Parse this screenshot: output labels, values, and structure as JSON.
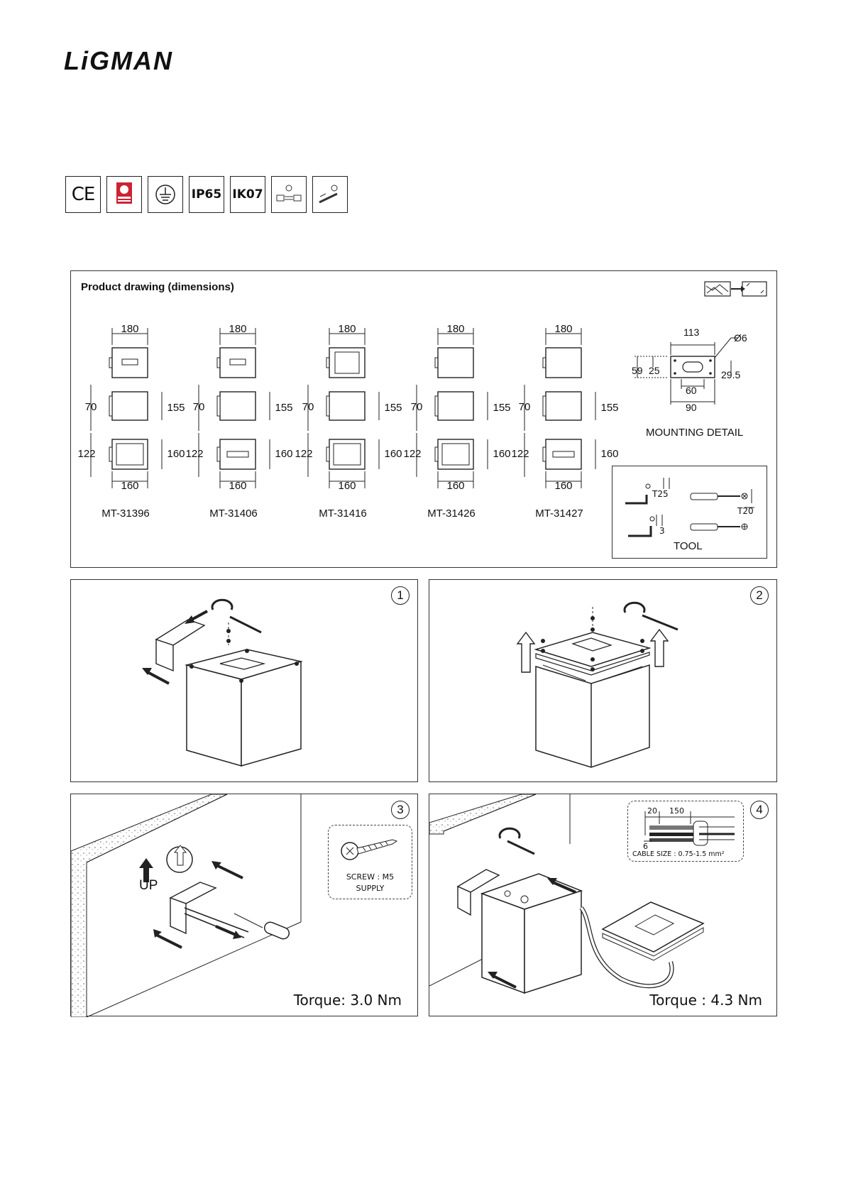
{
  "brand": {
    "logo_text": "LiGMAN"
  },
  "certifications": [
    {
      "label": "CE",
      "icon": "ce-mark-icon"
    },
    {
      "label": "",
      "icon": "quality-badge-icon"
    },
    {
      "label": "",
      "icon": "earth-ground-icon"
    },
    {
      "label": "IP65",
      "icon": "ip65-icon"
    },
    {
      "label": "IK07",
      "icon": "ik07-icon"
    },
    {
      "label": "",
      "icon": "installer-electrician-icon"
    },
    {
      "label": "",
      "icon": "screwdriver-installation-icon"
    }
  ],
  "product_drawing": {
    "title": "Product drawing (dimensions)",
    "models": [
      {
        "name": "MT-31396",
        "width_top": "180",
        "h1": "70",
        "h2": "155",
        "h3": "122",
        "h4": "160",
        "width_bottom": "160"
      },
      {
        "name": "MT-31406",
        "width_top": "180",
        "h1": "70",
        "h2": "155",
        "h3": "122",
        "h4": "160",
        "width_bottom": "160"
      },
      {
        "name": "MT-31416",
        "width_top": "180",
        "h1": "70",
        "h2": "155",
        "h3": "122",
        "h4": "160",
        "width_bottom": "160"
      },
      {
        "name": "MT-31426",
        "width_top": "180",
        "h1": "70",
        "h2": "155",
        "h3": "122",
        "h4": "160",
        "width_bottom": "160"
      },
      {
        "name": "MT-31427",
        "width_top": "180",
        "h1": "70",
        "h2": "155",
        "h3": "122",
        "h4": "160",
        "width_bottom": "160"
      }
    ],
    "mounting_detail": {
      "label": "MOUNTING DETAIL",
      "dims": {
        "w": "113",
        "hole": "Ø6",
        "h_total": "59",
        "h_half": "25",
        "right": "29.5",
        "w_inner": "60",
        "w_mid": "90"
      }
    },
    "tool": {
      "label": "TOOL",
      "items": {
        "torx_key": "T25",
        "torx_bit": "T20",
        "hex_key": "3"
      }
    }
  },
  "steps": [
    {
      "number": "1",
      "torque": ""
    },
    {
      "number": "2",
      "torque": ""
    },
    {
      "number": "3",
      "torque": "Torque: 3.0 Nm",
      "up_label": "UP",
      "screw_note_line1": "SCREW : M5",
      "screw_note_line2": "SUPPLY"
    },
    {
      "number": "4",
      "torque": "Torque : 4.3 Nm",
      "cable_dims": {
        "a": "20",
        "b": "150",
        "c": "6"
      },
      "cable_size": "CABLE SIZE : 0.75-1.5 mm²"
    }
  ]
}
